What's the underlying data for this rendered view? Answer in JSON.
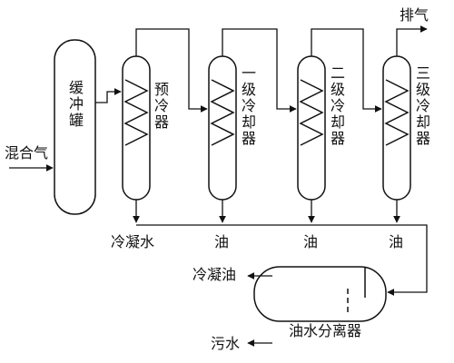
{
  "inputs": {
    "mixed_gas": "混合气"
  },
  "equipment": {
    "buffer_tank": "缓冲罐",
    "precooler": "预冷器",
    "primary_cooler": "一级冷却器",
    "secondary_cooler": "二级冷却器",
    "tertiary_cooler": "三级冷却器",
    "separator": "油水分离器"
  },
  "outputs": {
    "exhaust": "排气",
    "condensed_water": "冷凝水",
    "oil_1": "油",
    "oil_2": "油",
    "oil_3": "油",
    "condensed_oil": "冷凝油",
    "sewage": "污水"
  }
}
